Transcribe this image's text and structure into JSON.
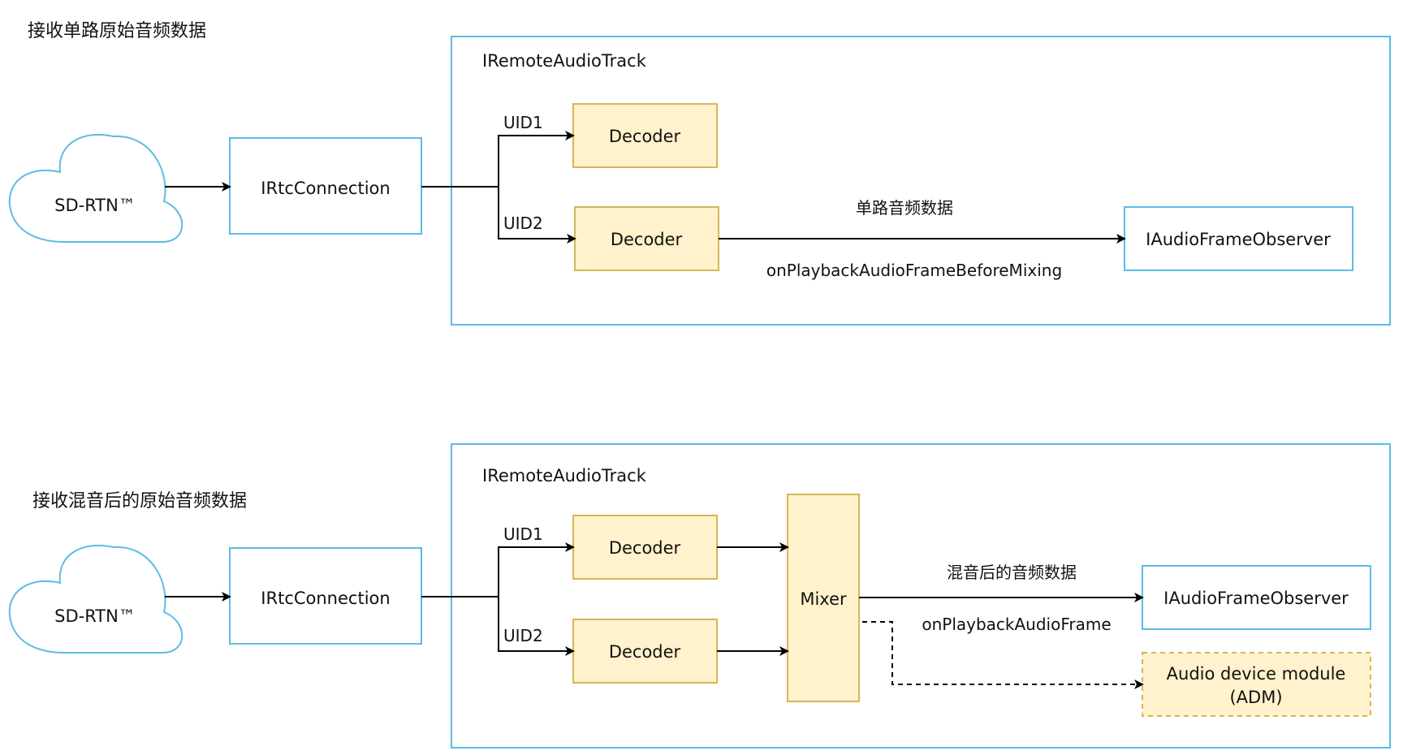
{
  "top": {
    "section_title": "接收单路原始音频数据",
    "container_title": "IRemoteAudioTrack",
    "cloud_label": "SD-RTN™",
    "connection_label": "IRtcConnection",
    "uid1_label": "UID1",
    "uid2_label": "UID2",
    "decoder1_label": "Decoder",
    "decoder2_label": "Decoder",
    "stream_label": "单路音频数据",
    "callback_label": "onPlaybackAudioFrameBeforeMixing",
    "observer_label": "IAudioFrameObserver"
  },
  "bottom": {
    "section_title": "接收混音后的原始音频数据",
    "container_title": "IRemoteAudioTrack",
    "cloud_label": "SD-RTN™",
    "connection_label": "IRtcConnection",
    "uid1_label": "UID1",
    "uid2_label": "UID2",
    "decoder1_label": "Decoder",
    "decoder2_label": "Decoder",
    "mixer_label": "Mixer",
    "stream_label": "混音后的音频数据",
    "callback_label": "onPlaybackAudioFrame",
    "observer_label": "IAudioFrameObserver",
    "adm_label_line1": "Audio device module",
    "adm_label_line2": "(ADM)"
  },
  "colors": {
    "blue_stroke": "#5bbce4",
    "yellow_fill": "#fff2cc",
    "yellow_stroke": "#d6b656",
    "edge": "#000000"
  }
}
